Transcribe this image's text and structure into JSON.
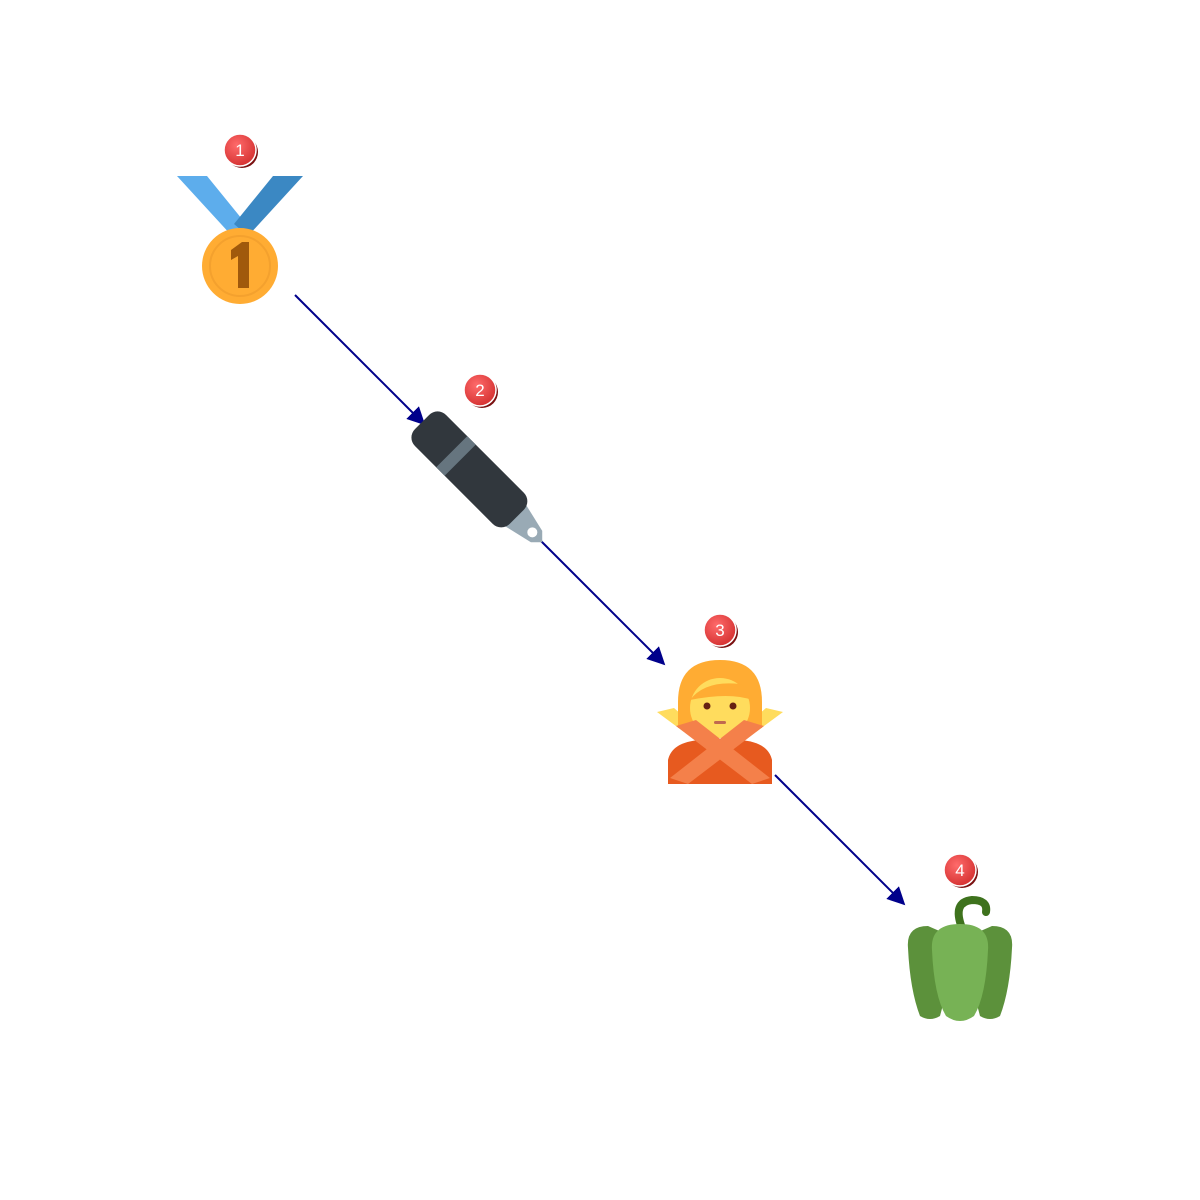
{
  "diagram": {
    "type": "numbered-sequence",
    "connector_color": "#00008b",
    "badge_color": "#e53935",
    "steps": [
      {
        "number": "1",
        "icon": "first-place-medal-icon"
      },
      {
        "number": "2",
        "icon": "fountain-pen-icon"
      },
      {
        "number": "3",
        "icon": "person-gesturing-no-icon"
      },
      {
        "number": "4",
        "icon": "bell-pepper-icon"
      }
    ],
    "connections": [
      {
        "from": "1",
        "to": "2"
      },
      {
        "from": "2",
        "to": "3"
      },
      {
        "from": "3",
        "to": "4"
      }
    ]
  }
}
